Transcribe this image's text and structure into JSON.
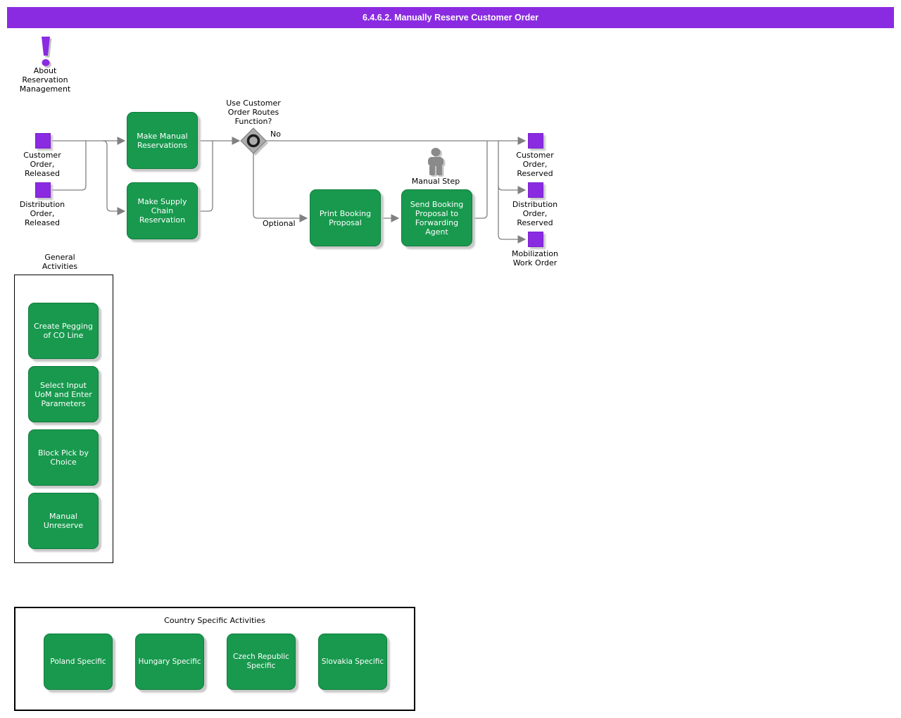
{
  "header": {
    "title": "6.4.6.2. Manually Reserve Customer Order"
  },
  "about": {
    "label": "About\nReservation\nManagement"
  },
  "inputs": {
    "customer_order": "Customer\nOrder,\nReleased",
    "distribution_order": "Distribution\nOrder,\nReleased"
  },
  "activities": {
    "make_manual_reservations": "Make Manual Reservations",
    "make_supply_chain_reservation": "Make Supply Chain Reservation",
    "print_booking_proposal": "Print Booking Proposal",
    "send_booking_proposal": "Send Booking Proposal to Forwarding Agent"
  },
  "decision": {
    "question": "Use Customer\nOrder Routes\nFunction?",
    "no_label": "No",
    "optional_label": "Optional"
  },
  "manual_step": {
    "label": "Manual Step"
  },
  "outputs": {
    "customer_order": "Customer\nOrder,\nReserved",
    "distribution_order": "Distribution\nOrder,\nReserved",
    "mobilization_work_order": "Mobilization\nWork Order"
  },
  "general": {
    "title": "General\nActivities",
    "items": [
      "Create Pegging of CO Line",
      "Select Input UoM and Enter Parameters",
      "Block Pick by Choice",
      "Manual Unreserve"
    ]
  },
  "country": {
    "title": "Country Specific Activities",
    "items": [
      "Poland Specific",
      "Hungary Specific",
      "Czech Republic Specific",
      "Slovakia Specific"
    ]
  },
  "icons": {
    "about": "exclamation-icon",
    "manual_step": "person-icon",
    "gateway": "decision-gateway-icon"
  },
  "colors": {
    "purple": "#8A2BE2",
    "green": "#18994E",
    "line": "#808080",
    "shadow": "#C9C9C9"
  }
}
